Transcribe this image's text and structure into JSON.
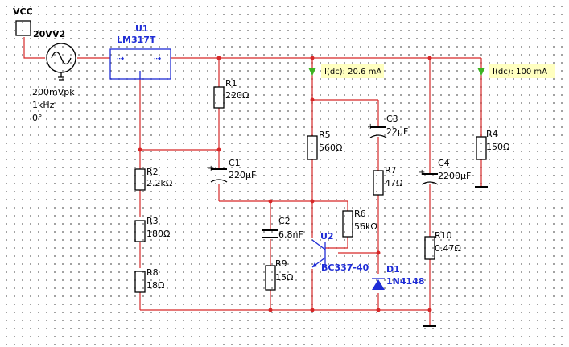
{
  "source": {
    "vcc_label": "VCC",
    "vcc_value": "20V",
    "name": "V2",
    "ac_amplitude": "200mVpk",
    "ac_freq": "1kHz",
    "ac_phase": "0°"
  },
  "regulator": {
    "name": "U1",
    "part": "LM317T"
  },
  "resistors": [
    {
      "name": "R1",
      "value": "220Ω"
    },
    {
      "name": "R2",
      "value": "2.2kΩ"
    },
    {
      "name": "R3",
      "value": "180Ω"
    },
    {
      "name": "R8",
      "value": "18Ω"
    },
    {
      "name": "R5",
      "value": "560Ω"
    },
    {
      "name": "R7",
      "value": "47Ω"
    },
    {
      "name": "R6",
      "value": "56kΩ"
    },
    {
      "name": "R9",
      "value": "15Ω"
    },
    {
      "name": "R4",
      "value": "150Ω"
    },
    {
      "name": "R10",
      "value": "0.47Ω"
    }
  ],
  "capacitors": [
    {
      "name": "C1",
      "value": "220µF"
    },
    {
      "name": "C2",
      "value": "6.8nF"
    },
    {
      "name": "C3",
      "value": "22µF"
    },
    {
      "name": "C4",
      "value": "2200µF"
    }
  ],
  "transistor": {
    "name": "U2",
    "part": "BC337-40"
  },
  "diode": {
    "name": "D1",
    "part": "1N4148"
  },
  "probes": [
    {
      "label": "I(dc): 20.6 mA",
      "color": "#ffffc0"
    },
    {
      "label": "I(dc): 100 mA",
      "color": "#ffffc0"
    }
  ],
  "colors": {
    "wire": "#d62828",
    "component": "#000000",
    "active": "#1f2dd6",
    "probe_arrow": "#3cb321"
  }
}
